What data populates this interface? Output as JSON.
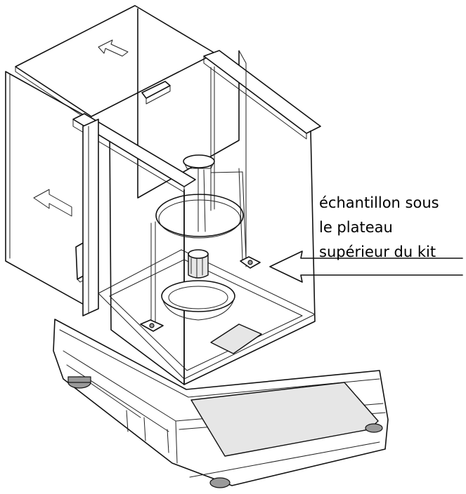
{
  "callout": {
    "lines": [
      "échantillon sous",
      "le plateau",
      "supérieur du kit"
    ]
  }
}
